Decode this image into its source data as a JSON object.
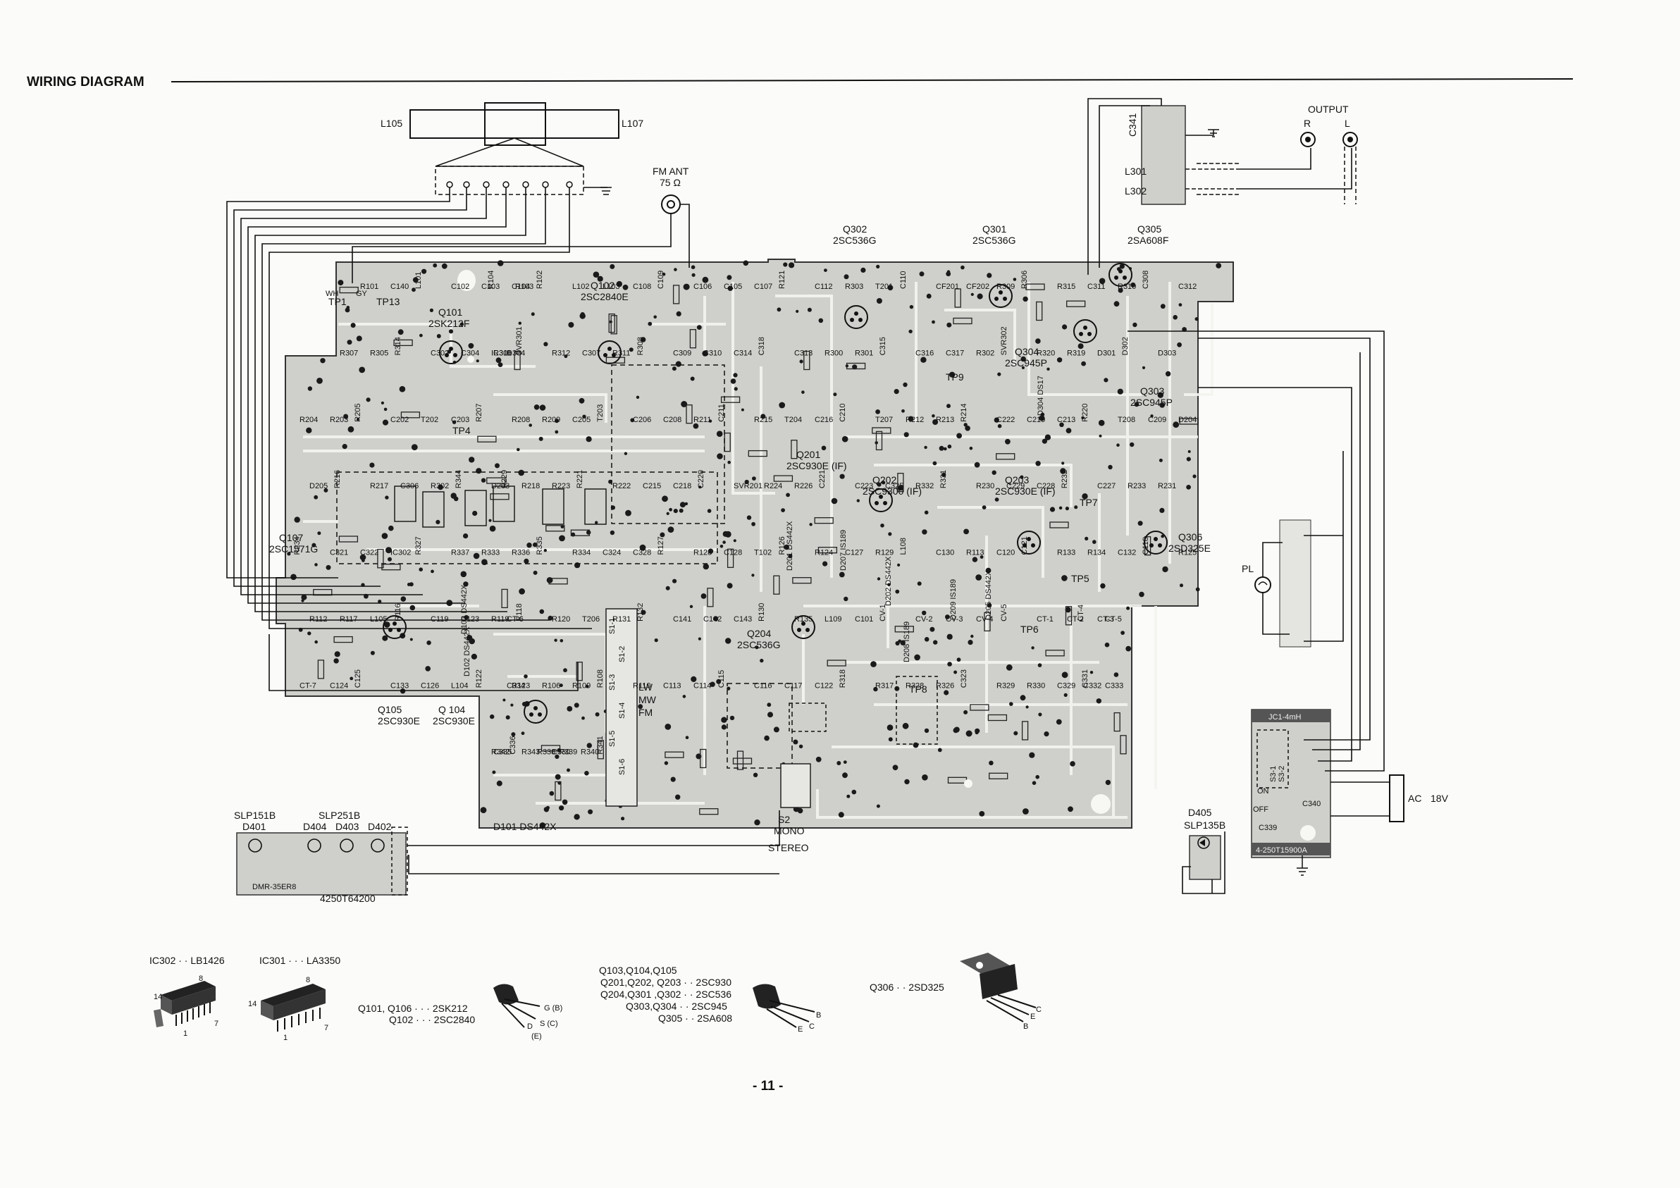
{
  "title": "WIRING DIAGRAM",
  "page_number": "- 11 -",
  "antenna": {
    "coil_left": "L105",
    "coil_right": "L107",
    "fm_ant": "FM ANT",
    "fm_ohms": "75 Ω"
  },
  "output": {
    "label": "OUTPUT",
    "r": "R",
    "l": "L"
  },
  "ac_input": {
    "ac": "AC",
    "volt": "18V"
  },
  "pl_label": "PL",
  "board_side_labels": [
    "C341",
    "L301",
    "L302"
  ],
  "test_points": [
    "TP1",
    "TP13",
    "TP4",
    "TP5",
    "TP6",
    "TP7",
    "TP8",
    "TP9"
  ],
  "transistor_labels": [
    {
      "ref": "Q302",
      "type": "2SC536G"
    },
    {
      "ref": "Q301",
      "type": "2SC536G"
    },
    {
      "ref": "Q305",
      "type": "2SA608F"
    },
    {
      "ref": "Q101",
      "type": "2SK212F"
    },
    {
      "ref": "Q102",
      "type": "2SC2840E"
    },
    {
      "ref": "Q107",
      "type": "2SC1571G"
    },
    {
      "ref": "Q201",
      "type": "2SC930E (IF)"
    },
    {
      "ref": "Q202",
      "type": "2SC9300 (IF)"
    },
    {
      "ref": "Q203",
      "type": "2SC930E (IF)"
    },
    {
      "ref": "Q204",
      "type": "2SC536G"
    },
    {
      "ref": "Q303",
      "type": "2SC945P"
    },
    {
      "ref": "Q304",
      "type": "2SC945P"
    },
    {
      "ref": "Q306",
      "type": "2SD325E"
    },
    {
      "ref": "Q105",
      "type": "2SC930E"
    },
    {
      "ref": "Q104",
      "type": "2SC930E"
    }
  ],
  "board_parts": [
    "R104",
    "R103",
    "R101",
    "C140",
    "L101",
    "C102",
    "C103",
    "C104",
    "R102",
    "L102",
    "L103",
    "C108",
    "C109",
    "C106",
    "C105",
    "C107",
    "R121",
    "C112",
    "R303",
    "T201",
    "C110",
    "CF201",
    "CF202",
    "R309",
    "R306",
    "R315",
    "C311",
    "R310",
    "C308",
    "C312",
    "R316",
    "R307",
    "R305",
    "R314",
    "C302",
    "C304",
    "IC301",
    "SVR301",
    "R312",
    "C307",
    "R311",
    "R308",
    "C309",
    "C310",
    "C314",
    "C318",
    "C313",
    "R300",
    "R301",
    "C315",
    "C316",
    "C317",
    "R302",
    "SVR302",
    "R320",
    "R319",
    "D301",
    "D302",
    "D303",
    "D304",
    "R204",
    "R203",
    "R205",
    "C202",
    "T202",
    "C203",
    "R207",
    "R208",
    "R209",
    "C205",
    "T203",
    "C206",
    "C208",
    "R211",
    "C211",
    "R215",
    "T204",
    "C216",
    "C210",
    "T207",
    "R212",
    "R213",
    "R214",
    "C222",
    "C219",
    "C213",
    "R220",
    "T208",
    "C209",
    "D204",
    "D205",
    "R216",
    "R217",
    "C306",
    "R302",
    "R344",
    "D203",
    "R218",
    "R223",
    "R221",
    "R222",
    "C215",
    "C218",
    "C220",
    "SVR201",
    "R224",
    "R226",
    "C221",
    "C223",
    "C325",
    "R332",
    "R331",
    "R230",
    "C229",
    "C228",
    "R232",
    "C227",
    "R233",
    "R231",
    "R229",
    "R234",
    "C321",
    "C322",
    "IC302",
    "R327",
    "R337",
    "R333",
    "R336",
    "R335",
    "R334",
    "C324",
    "C328",
    "R127",
    "R128",
    "C128",
    "T102",
    "R126",
    "R124",
    "C127",
    "R129",
    "L108",
    "C130",
    "R113",
    "C120",
    "C121",
    "R133",
    "R134",
    "C132",
    "C118",
    "R125",
    "R112",
    "R117",
    "L105",
    "R116",
    "C119",
    "C123",
    "R119",
    "R118",
    "R120",
    "T206",
    "R131",
    "R132",
    "C141",
    "C142",
    "C143",
    "R130",
    "R135",
    "L109",
    "C101",
    "CV-1",
    "CV-2",
    "CV-3",
    "CV-4",
    "CV-5",
    "CT-1",
    "CT-2",
    "CT-3",
    "CT-4",
    "CT-5",
    "CT-6",
    "CT-7",
    "C124",
    "C125",
    "C133",
    "C126",
    "L104",
    "R122",
    "R123",
    "R106",
    "R109",
    "R108",
    "R110",
    "C113",
    "C114",
    "C115",
    "C116",
    "C117",
    "C122",
    "R318",
    "R317",
    "R328",
    "R326",
    "C323",
    "R329",
    "R330",
    "C329",
    "C331",
    "C332",
    "C333",
    "C334",
    "C335",
    "C336",
    "R338",
    "R339",
    "R340",
    "R341",
    "R342",
    "R343",
    "C330"
  ],
  "switch_labels": [
    "S1-1",
    "S1-2",
    "S1-3",
    "S1-4",
    "S1-5",
    "S1-6",
    "S3-1",
    "S3-2",
    "S2"
  ],
  "band_labels": [
    "LW",
    "MW",
    "FM"
  ],
  "mode_labels": [
    "MONO",
    "STEREO"
  ],
  "power_labels": [
    "ON",
    "OFF",
    "C339",
    "C340"
  ],
  "leds": [
    "SLP151B",
    "D401",
    "SLP251B",
    "D404",
    "D403",
    "D402"
  ],
  "led_right": [
    "D405",
    "SLP135B"
  ],
  "board_codes": [
    "4250T64200",
    "4-250T15900A",
    "JC1-4mH",
    "DMR-35ER8"
  ],
  "diodes_board": [
    "D101 DS442X",
    "D102 DS442X",
    "D103 DS442X",
    "D201 DS442X",
    "D202 DS442X",
    "D205 DS442X",
    "D207 IS189",
    "D208 IS189",
    "D209 IS189",
    "D304 DS17"
  ],
  "legend": {
    "ic302": "IC302 · · LB1426",
    "ic301": "IC301 · · · LA3350",
    "pin_14": "14",
    "pin_8": "8",
    "pin_1": "1",
    "pin_7": "7",
    "fet_line1": "Q101, Q106 · · · 2SK212",
    "fet_line2": "Q102 · · · 2SC2840",
    "fet_pins": {
      "g": "G (B)",
      "s": "S (C)",
      "d": "D",
      "e": "(E)"
    },
    "tr_lines": [
      "Q103,Q104,Q105",
      "Q201,Q202, Q203 · · 2SC930",
      "Q204,Q301 ,Q302 · · 2SC536",
      "Q303,Q304 · · 2SC945",
      "Q305 · · 2SA608"
    ],
    "tr_pins": {
      "e": "E",
      "c": "C",
      "b": "B"
    },
    "power_tr": "Q306 · · 2SD325",
    "power_pins": {
      "b": "B",
      "c": "C",
      "e": "E"
    }
  }
}
